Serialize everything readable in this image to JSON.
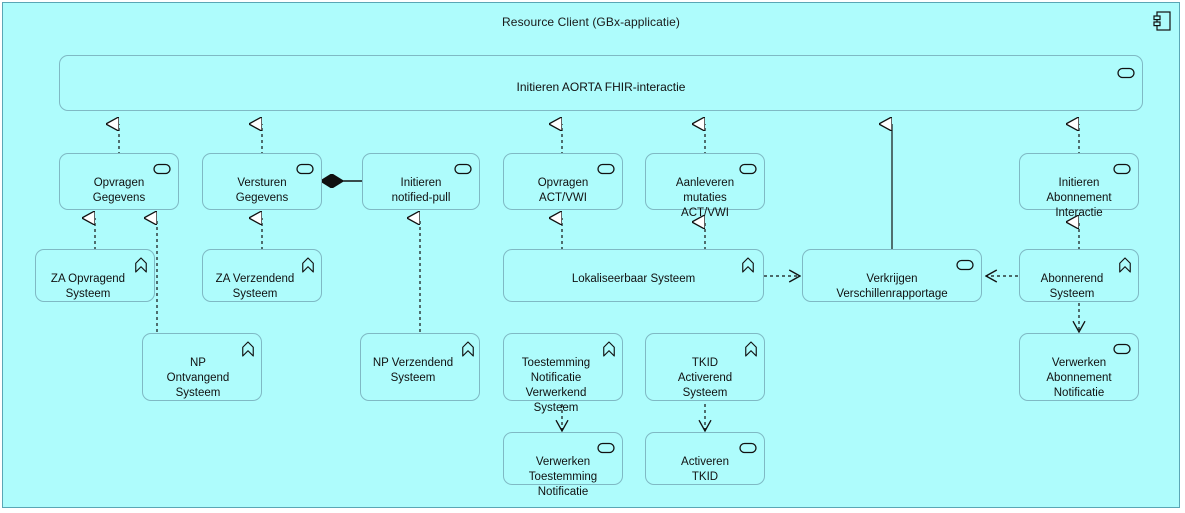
{
  "diagram": {
    "title": "Resource Client (GBx-applicatie)",
    "container_icon": "application-component-icon",
    "colors": {
      "fill": "#aefcfc",
      "border": "#7fb9c4",
      "container_border": "#5aa6b5",
      "line": "#1a1a1a",
      "text": "#111111"
    }
  },
  "nodes": {
    "initieren_aorta": {
      "label": "Initieren AORTA FHIR-interactie",
      "icon": "application-service-icon"
    },
    "opvragen_gegevens": {
      "label": "Opvragen\nGegevens",
      "icon": "application-service-icon"
    },
    "versturen_gegevens": {
      "label": "Versturen\nGegevens",
      "icon": "application-service-icon"
    },
    "initieren_notified_pull": {
      "label": "Initieren\nnotified-pull",
      "icon": "application-service-icon"
    },
    "opvragen_act_vwi": {
      "label": "Opvragen\nACT/VWI",
      "icon": "application-service-icon"
    },
    "aanleveren_mutaties": {
      "label": "Aanleveren\nmutaties\nACT/VWI",
      "icon": "application-service-icon"
    },
    "initieren_abonnement": {
      "label": "Initieren\nAbonnement\nInteractie",
      "icon": "application-service-icon"
    },
    "za_opvragend": {
      "label": "ZA Opvragend\nSysteem",
      "icon": "application-role-icon"
    },
    "za_verzendend": {
      "label": "ZA Verzendend\nSysteem",
      "icon": "application-role-icon"
    },
    "lokaliseerbaar": {
      "label": "Lokaliseerbaar Systeem",
      "icon": "application-role-icon"
    },
    "verkrijgen_verschillen": {
      "label": "Verkrijgen\nVerschillenrapportage",
      "icon": "application-service-icon"
    },
    "abonnerend": {
      "label": "Abonnerend\nSysteem",
      "icon": "application-role-icon"
    },
    "np_ontvangend": {
      "label": "NP\nOntvangend\nSysteem",
      "icon": "application-role-icon"
    },
    "np_verzendend": {
      "label": "NP Verzendend\nSysteem",
      "icon": "application-role-icon"
    },
    "toestemming_notificatie": {
      "label": "Toestemming\nNotificatie\nVerwerkend\nSysteem",
      "icon": "application-role-icon"
    },
    "tkid_activerend": {
      "label": "TKID\nActiverend\nSysteem",
      "icon": "application-role-icon"
    },
    "verwerken_abonnement": {
      "label": "Verwerken\nAbonnement\nNotificatie",
      "icon": "application-service-icon"
    },
    "verwerken_toestemming": {
      "label": "Verwerken\nToestemming\nNotificatie",
      "icon": "application-service-icon"
    },
    "activeren_tkid": {
      "label": "Activeren\nTKID",
      "icon": "application-service-icon"
    }
  },
  "relations": [
    {
      "name": "specialization-opvragen-to-aorta",
      "type": "specialization",
      "style": "dotted-triangle"
    },
    {
      "name": "specialization-versturen-to-aorta",
      "type": "specialization",
      "style": "dotted-triangle"
    },
    {
      "name": "specialization-opvragen-act-to-aorta",
      "type": "specialization",
      "style": "dotted-triangle"
    },
    {
      "name": "specialization-aanleveren-to-aorta",
      "type": "specialization",
      "style": "dotted-triangle"
    },
    {
      "name": "specialization-verkrijgen-to-aorta",
      "type": "specialization",
      "style": "solid-triangle"
    },
    {
      "name": "specialization-abonnement-to-aorta",
      "type": "specialization",
      "style": "dotted-triangle"
    },
    {
      "name": "composition-versturen-to-notified-pull",
      "type": "composition",
      "style": "solid-diamond"
    },
    {
      "name": "realization-za-opvragend",
      "type": "realization",
      "style": "dotted-triangle"
    },
    {
      "name": "realization-np-ontvangend",
      "type": "realization",
      "style": "dotted-triangle"
    },
    {
      "name": "realization-za-verzendend",
      "type": "realization",
      "style": "dotted-triangle"
    },
    {
      "name": "realization-np-verzendend",
      "type": "realization",
      "style": "dotted-triangle"
    },
    {
      "name": "realization-lokaliseerbaar-opvragen-act",
      "type": "realization",
      "style": "dotted-triangle"
    },
    {
      "name": "realization-lokaliseerbaar-aanleveren",
      "type": "realization",
      "style": "dotted-triangle"
    },
    {
      "name": "realization-abonnerend-initieren",
      "type": "realization",
      "style": "dotted-triangle"
    },
    {
      "name": "serving-lokaliseerbaar-to-verkrijgen",
      "type": "serving",
      "style": "dotted-open-arrow"
    },
    {
      "name": "serving-abonnerend-to-verkrijgen",
      "type": "serving",
      "style": "dotted-open-arrow"
    },
    {
      "name": "assignment-abonnerend-to-verwerken",
      "type": "assignment",
      "style": "dotted-open-arrow-down"
    },
    {
      "name": "assignment-toestemming-to-verwerken",
      "type": "assignment",
      "style": "dotted-open-arrow-down"
    },
    {
      "name": "assignment-tkid-to-activeren",
      "type": "assignment",
      "style": "dotted-open-arrow-down"
    }
  ]
}
